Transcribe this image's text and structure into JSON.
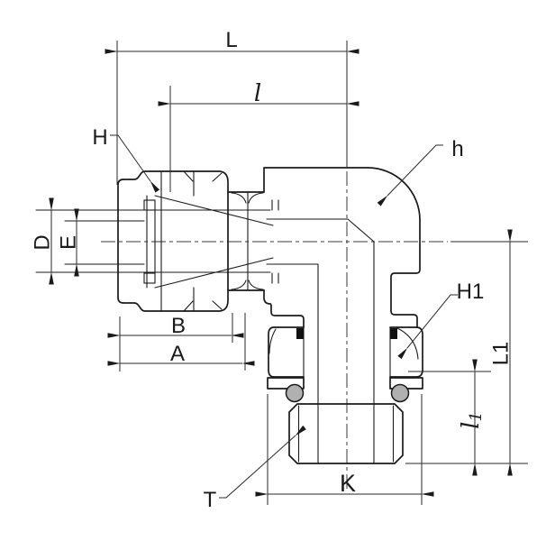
{
  "drawing": {
    "type": "technical-drawing",
    "subject": "90-degree elbow tube fitting with compression nut and O-ring sealed male thread",
    "colors": {
      "background": "#ffffff",
      "line": "#1a1a1a",
      "dimension": "#2a2a2a",
      "oring_fill": "#b0b0b0",
      "seal_fill": "#111111"
    },
    "labels": {
      "L": "L",
      "l": "l",
      "H": "H",
      "h": "h",
      "H1": "H1",
      "D": "D",
      "E": "E",
      "B": "B",
      "A": "A",
      "T": "T",
      "K": "K",
      "L1": "L1",
      "l1_main": "l",
      "l1_sub": "1"
    }
  }
}
